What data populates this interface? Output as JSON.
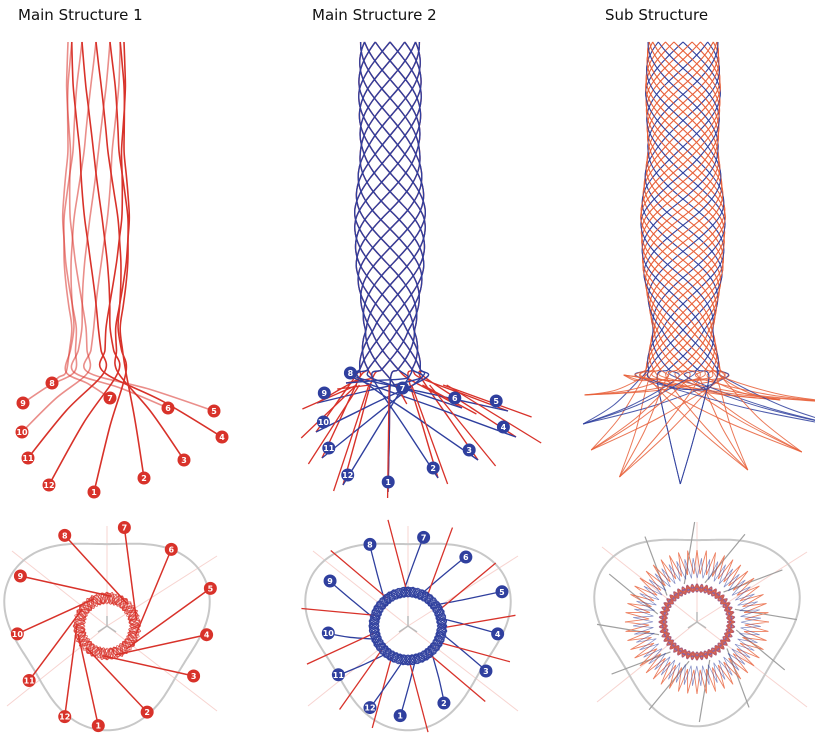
{
  "panels": [
    {
      "title": "Main Structure 1",
      "color": "#d8322a"
    },
    {
      "title": "Main Structure 2",
      "color": "#2f3f9e"
    },
    {
      "title": "Sub Structure",
      "color": "#e8603a"
    }
  ],
  "colors": {
    "red": "#d8322a",
    "blue": "#2f3f9e",
    "orange": "#e8603a",
    "frame_gray": "#c8c8c8",
    "axis_pink": "#f2b8b0"
  },
  "strand_labels": [
    "1",
    "2",
    "3",
    "4",
    "5",
    "6",
    "7",
    "8",
    "9",
    "10",
    "11",
    "12"
  ]
}
